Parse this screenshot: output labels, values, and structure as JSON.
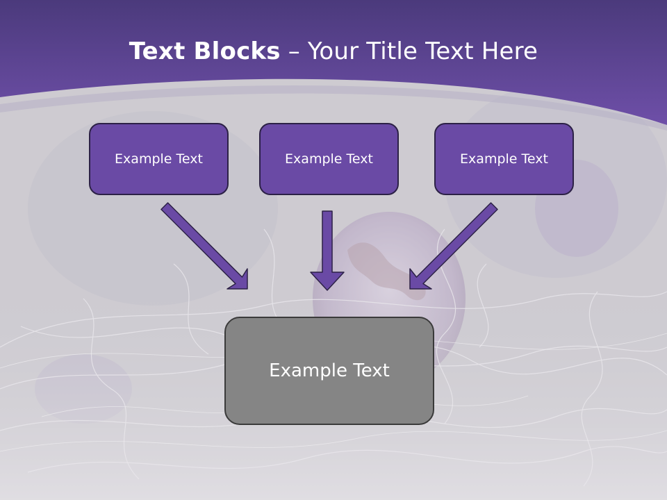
{
  "title": {
    "bold": "Text Blocks",
    "separator": " – ",
    "rest": "Your Title Text Here"
  },
  "boxes": [
    {
      "label": "Example Text"
    },
    {
      "label": "Example Text"
    },
    {
      "label": "Example Text"
    }
  ],
  "target_box": {
    "label": "Example Text"
  },
  "colors": {
    "header": "#6a4aa5",
    "box_fill": "#6a4aa5",
    "box_border": "#2c2146",
    "target_fill": "#858585",
    "arrow": "#6a4aa5"
  }
}
